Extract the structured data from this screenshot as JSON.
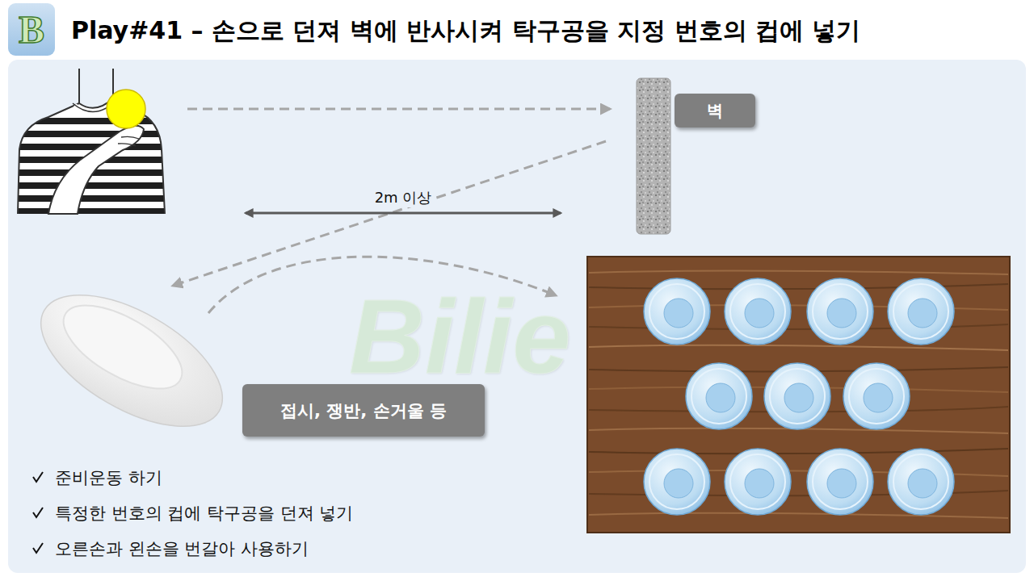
{
  "diagram": {
    "title": "Play#41 – 손으로 던져 벽에 반사시켜 탁구공을 지정 번호의 컵에 넣기",
    "nodes": [
      {
        "text": [
          "B"
        ]
      },
      {
        "text": [
          "벽"
        ]
      },
      {
        "text": [
          "접시, 쟁반, 손거울 등"
        ]
      }
    ],
    "labels": [
      "2m 이상",
      "준비운동 하기",
      "특정한 번호의 컵에 탁구공을 던져 넣기",
      "오른손과 왼손을 번갈아 사용하기",
      "Bilie"
    ]
  }
}
